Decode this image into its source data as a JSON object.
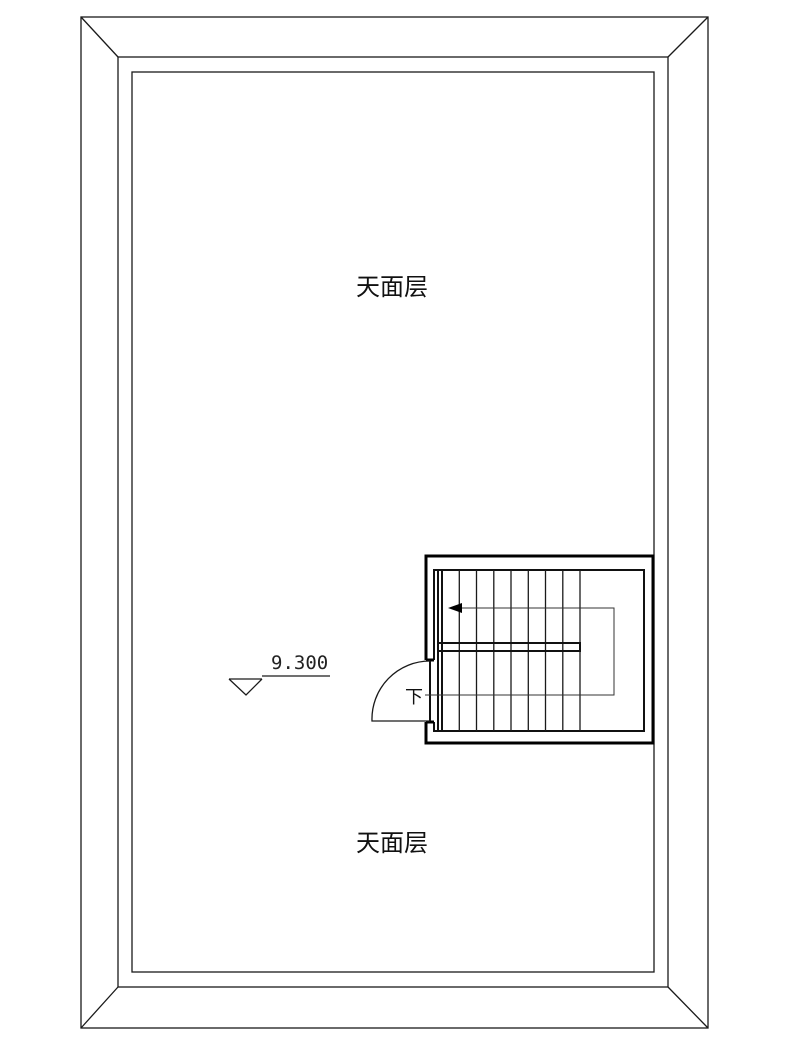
{
  "plan": {
    "zones": [
      {
        "label": "天面层"
      },
      {
        "label": "天面层"
      }
    ],
    "elevation": {
      "value": "9.300"
    },
    "stair": {
      "direction_label": "下",
      "tread_count": 8
    }
  },
  "colors": {
    "line": "#000000",
    "background": "#ffffff"
  }
}
